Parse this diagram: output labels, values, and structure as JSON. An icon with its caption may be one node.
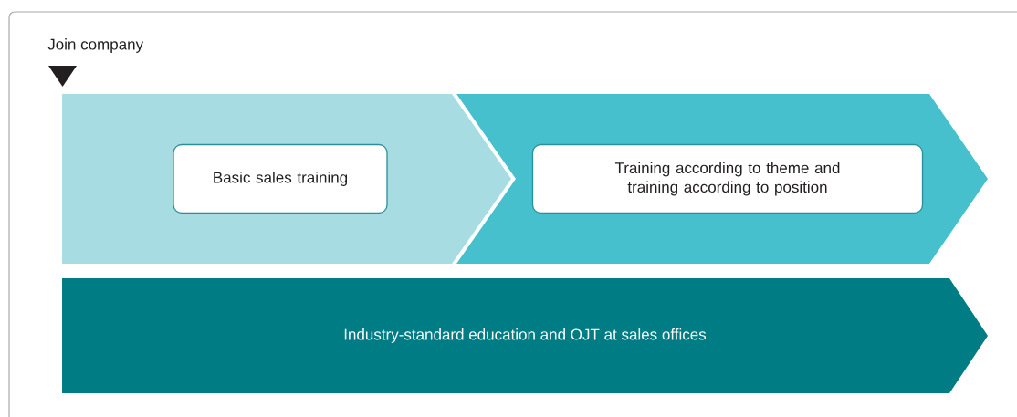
{
  "diagram": {
    "nodes": [
      {
        "text": [],
        "shape": "chevron"
      },
      {
        "text": [
          "Basic sales training"
        ],
        "in": 0
      },
      {
        "text": [],
        "shape": "chevron"
      },
      {
        "text": [
          "Training according to theme and training according to position"
        ],
        "in": 2
      },
      {
        "text": [
          "Industry-standard education and OJT at sales offices"
        ]
      }
    ],
    "labels": [
      "Join company"
    ]
  }
}
